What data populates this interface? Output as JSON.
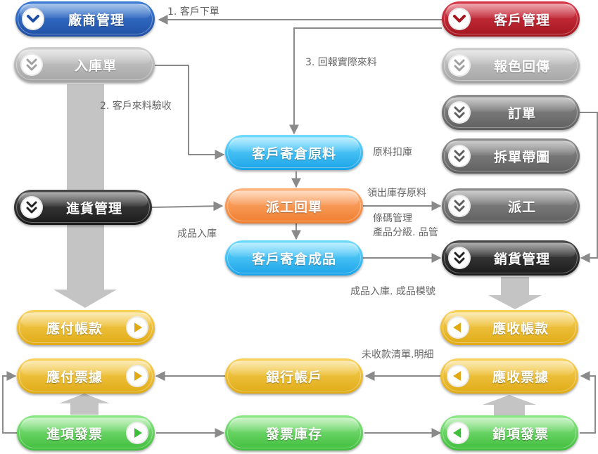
{
  "nodes": {
    "vendor_mgmt": "廠商管理",
    "customer_mgmt": "客戶管理",
    "stock_in_slip": "入庫單",
    "color_report": "報色回傳",
    "order": "訂單",
    "split_order": "拆單帶圖",
    "customer_material": "客戶寄倉原料",
    "dispatch_return": "派工回單",
    "customer_product": "客戶寄倉成品",
    "purchase_mgmt": "進貨管理",
    "dispatch": "派工",
    "sales_mgmt": "銷貨管理",
    "payable": "應付帳款",
    "receivable": "應收帳款",
    "payable_notes": "應付票據",
    "bank_account": "銀行帳戶",
    "receivable_notes": "應收票據",
    "input_invoice": "進項發票",
    "invoice_stock": "發票庫存",
    "output_invoice": "銷項發票"
  },
  "notes": {
    "n1": "1. 客戶下單",
    "n2": "2. 客戶來料驗收",
    "n3": "3. 回報實際來料",
    "material_deduct": "原料扣庫",
    "draw_material": "領出庫存原料",
    "barcode_mgmt": "條碼管理",
    "grading": "產品分級. 品管",
    "product_in": "成品入庫",
    "product_in_model": "成品入庫. 成品模號",
    "unpaid_list": "未收款清單.明細"
  },
  "colors": {
    "blue": "#1f4fa5",
    "red": "#a3161f",
    "cyan": "#1aa3e8",
    "orange": "#ef7d2e",
    "yellow": "#dfaa14",
    "green": "#3fbd3b",
    "arrow_gray": "#8a8a8a"
  },
  "icons": {
    "chevron_down": "chevron-down-icon",
    "double_chevron_down": "double-chevron-down-icon",
    "triangle_right": "triangle-right-icon",
    "triangle_left": "triangle-left-icon"
  }
}
